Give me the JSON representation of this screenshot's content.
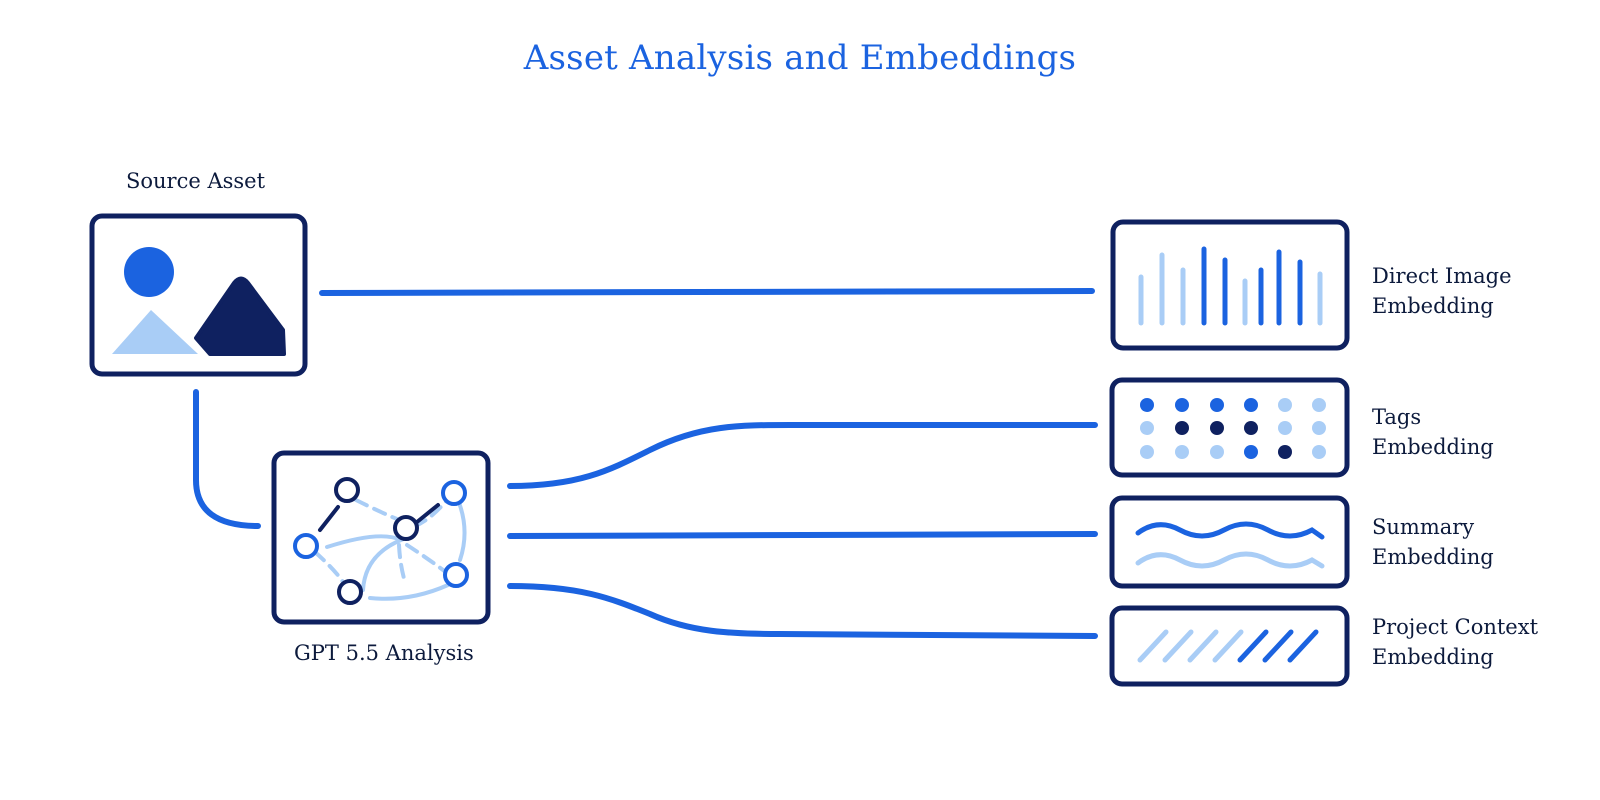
{
  "title": "Asset Analysis and Embeddings",
  "source": {
    "label": "Source Asset"
  },
  "analysis": {
    "label": "GPT 5.5 Analysis"
  },
  "outputs": [
    {
      "line1": "Direct Image",
      "line2": "Embedding"
    },
    {
      "line1": "Tags",
      "line2": "Embedding"
    },
    {
      "line1": "Summary",
      "line2": "Embedding"
    },
    {
      "line1": "Project Context",
      "line2": "Embedding"
    }
  ],
  "colors": {
    "dark": "#0f2160",
    "blue": "#1b63e0",
    "light": "#a9cdf6"
  }
}
